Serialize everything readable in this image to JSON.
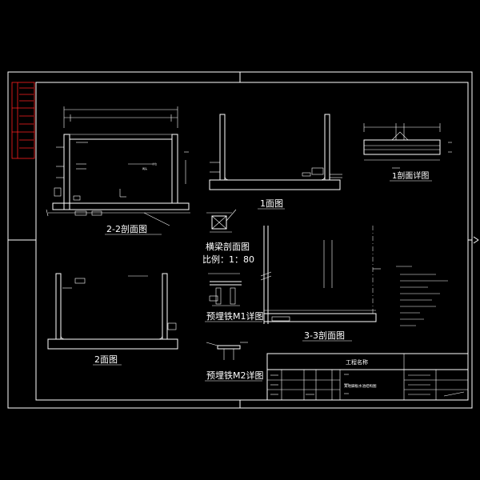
{
  "drawing": {
    "views": {
      "section_2_2": "2-2剖面图",
      "elevation_1": "1面图",
      "section_1_detail": "1剖面详图",
      "beam_section": "横梁剖面图",
      "beam_scale": "比例：1：80",
      "embed_m1": "预埋铁M1详图",
      "section_3_3": "3-3剖面图",
      "elevation_2": "2面图",
      "embed_m2": "预埋铁M2详图"
    },
    "title_block": {
      "project_name": "工程名称",
      "drawing_title": "某地脚板水池结构图"
    }
  }
}
